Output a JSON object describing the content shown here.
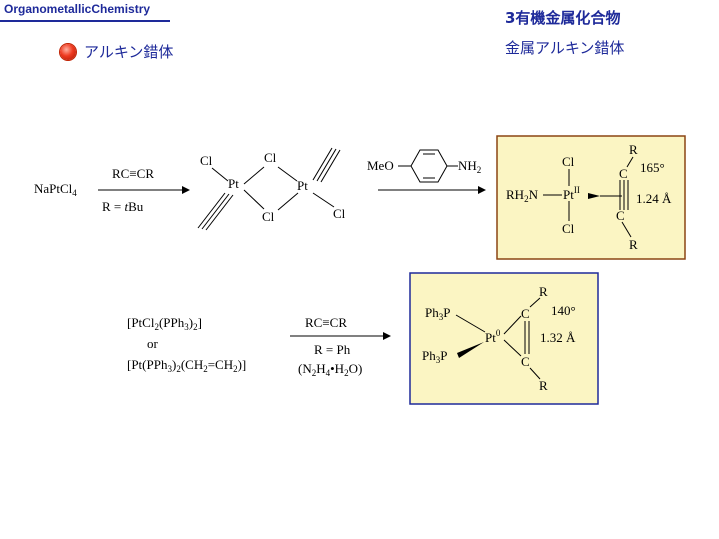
{
  "header": {
    "left_title": "OrganometallicChemistry",
    "right_title": "3有機金属化合物",
    "right_subtitle": "金属アルキン錯体"
  },
  "section": {
    "bullet_label": "アルキン錯体"
  },
  "scheme1": {
    "start": "NaPtCl",
    "start_sub": "4",
    "reagent_above": "RC≡CR",
    "reagent_below_pre": "R = ",
    "reagent_below_italic": "t",
    "reagent_below_post": "Bu",
    "dimer": {
      "cl1": "Cl",
      "cl2": "Cl",
      "cl3": "Cl",
      "cl4": "Cl",
      "pt1": "Pt",
      "pt2": "Pt"
    },
    "amine_meo": "MeO",
    "amine_nh": "NH",
    "amine_nh_sub": "2",
    "product": {
      "r2n_a": "RH",
      "r2n_sub": "2",
      "r2n_b": "N",
      "pt": "Pt",
      "pt_ox": "II",
      "cl_top": "Cl",
      "cl_bottom": "Cl",
      "c_top": "C",
      "c_bottom": "C",
      "r_top": "R",
      "r_bottom": "R",
      "angle": "165°",
      "bond_length": "1.24 Å"
    }
  },
  "scheme2": {
    "reactant1_a": "[PtCl",
    "reactant1_sub1": "2",
    "reactant1_b": "(PPh",
    "reactant1_sub2": "3",
    "reactant1_c": ")",
    "reactant1_sub3": "2",
    "reactant1_d": "]",
    "or": "or",
    "reactant2_a": "[Pt(PPh",
    "reactant2_sub1": "3",
    "reactant2_b": ")",
    "reactant2_sub2": "2",
    "reactant2_c": "(CH",
    "reactant2_sub3": "2",
    "reactant2_d": "=CH",
    "reactant2_sub4": "2",
    "reactant2_e": ")]",
    "reagent_above": "RC≡CR",
    "reagent_below1": "R = Ph",
    "reagent_below2_a": "(N",
    "reagent_below2_sub1": "2",
    "reagent_below2_b": "H",
    "reagent_below2_sub2": "4",
    "reagent_below2_c": "•H",
    "reagent_below2_sub3": "2",
    "reagent_below2_d": "O)",
    "product": {
      "ph3p_top_a": "Ph",
      "ph3p_top_sub": "3",
      "ph3p_top_b": "P",
      "ph3p_bottom_a": "Ph",
      "ph3p_bottom_sub": "3",
      "ph3p_bottom_b": "P",
      "pt": "Pt",
      "pt_ox": "0",
      "c_top": "C",
      "c_bottom": "C",
      "r_top": "R",
      "r_bottom": "R",
      "angle": "140°",
      "bond_length": "1.32 Å"
    }
  },
  "colors": {
    "title_blue": "#1e2a9a",
    "box_fill": "#fbf5c3",
    "box_border_brown": "#8b4513",
    "box_border_blue": "#1e2a9a",
    "bullet_red": "#ef3a20"
  }
}
